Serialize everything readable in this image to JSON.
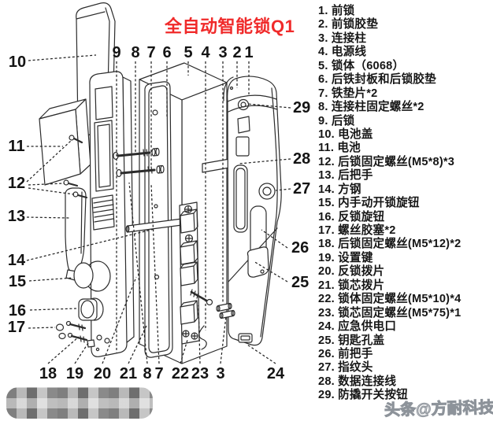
{
  "title": "全自动智能锁Q1",
  "parts": {
    "items": [
      "1. 前锁",
      "2. 前锁胶垫",
      "3. 连接柱",
      "4. 电源线",
      "5. 锁体（6068）",
      "6. 后铁封板和后锁胶垫",
      "7. 铁垫片*2",
      "8. 连接柱固定螺丝*2",
      "9. 后锁",
      "10. 电池盖",
      "11. 电池",
      "12. 后锁固定螺丝(M5*8)*3",
      "13. 后把手",
      "14. 方钢",
      "15. 内手动开锁旋钮",
      "16. 反锁旋钮",
      "17. 螺丝胶塞*2",
      "18. 后锁固定螺丝(M5*12)*2",
      "19. 设置键",
      "20. 反锁拨片",
      "21. 锁芯拨片",
      "22. 锁体固定螺丝(M5*10)*4",
      "23. 锁芯固定螺丝(M5*75)*1",
      "24. 应急供电口",
      "25. 钥匙孔盖",
      "26. 前把手",
      "27. 指纹头",
      "28. 数据连接线",
      "29. 防撬开关按钮"
    ]
  },
  "callouts": {
    "top": [
      "9",
      "8",
      "7",
      "6",
      "5",
      "4",
      "3",
      "2",
      "1"
    ],
    "left": [
      "10",
      "11",
      "12",
      "13",
      "14",
      "15",
      "16",
      "17"
    ],
    "bottom": [
      "18",
      "19",
      "20",
      "21",
      "8",
      "7",
      "22",
      "23",
      "3",
      "24"
    ],
    "right": [
      "29",
      "28",
      "27",
      "26",
      "25"
    ]
  },
  "watermark": "头条@方耐科技",
  "colors": {
    "title": "#f02a2a",
    "ink": "#161616",
    "watermark": "#8d939a"
  }
}
